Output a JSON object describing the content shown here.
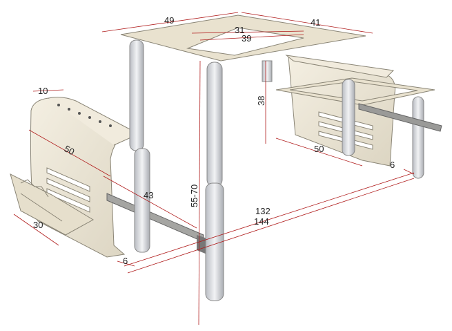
{
  "colors": {
    "panel": "#ece6d6",
    "panel_edge": "#8a8576",
    "leg": "#d8dade",
    "dimension": "#b01c1c",
    "rail": "#9a9a98"
  },
  "dimensions": {
    "top_width": "49",
    "top_depth": "41",
    "opening_depth": "31",
    "opening_width": "39",
    "tray_height": "38",
    "cabinet_thickness": "10",
    "cabinet_height": "50",
    "rail_length": "43",
    "leg_height": "55-70",
    "tray_width": "50",
    "right_offset": "6",
    "inner_span": "132",
    "total_span": "144",
    "shelf_depth": "30",
    "left_offset": "6"
  }
}
